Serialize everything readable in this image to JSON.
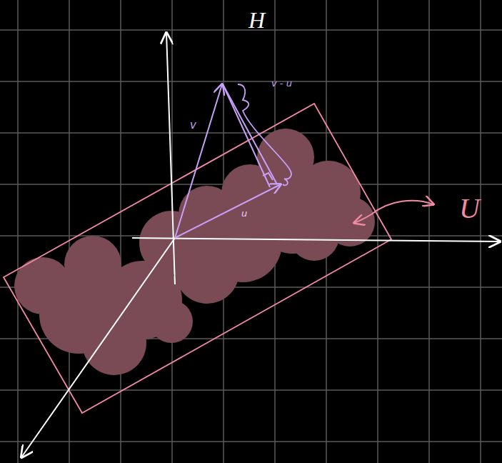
{
  "diagram": {
    "labels": [
      "H",
      "v",
      "v - u",
      "u",
      "U"
    ]
  }
}
